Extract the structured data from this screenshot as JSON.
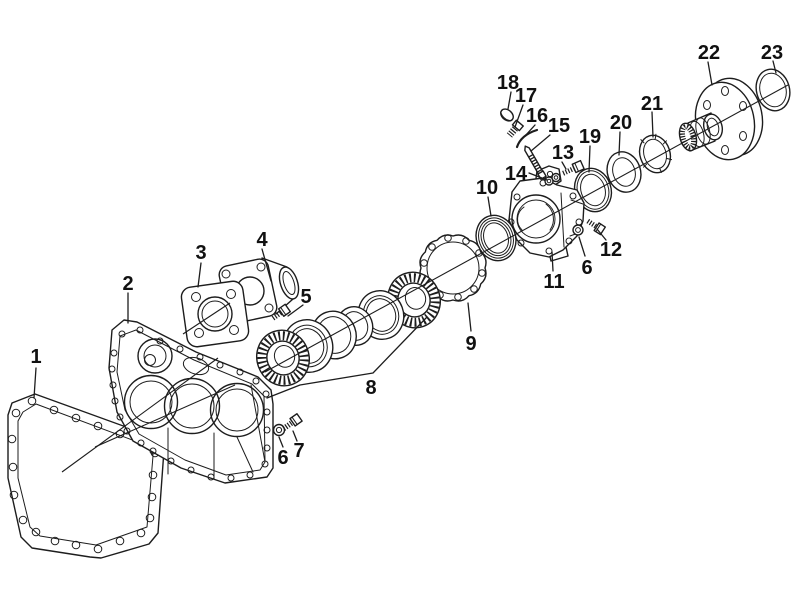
{
  "diagram": {
    "colors": {
      "background": "#ffffff",
      "line": "#1d1d1d",
      "label": "#111111"
    },
    "callouts": [
      {
        "label": "1"
      },
      {
        "label": "2"
      },
      {
        "label": "3"
      },
      {
        "label": "4"
      },
      {
        "label": "5"
      },
      {
        "label": "6"
      },
      {
        "label": "7"
      },
      {
        "label": "8"
      },
      {
        "label": "9"
      },
      {
        "label": "10"
      },
      {
        "label": "11"
      },
      {
        "label": "6"
      },
      {
        "label": "12"
      },
      {
        "label": "13"
      },
      {
        "label": "14"
      },
      {
        "label": "15"
      },
      {
        "label": "16"
      },
      {
        "label": "17"
      },
      {
        "label": "18"
      },
      {
        "label": "19"
      },
      {
        "label": "20"
      },
      {
        "label": "21"
      },
      {
        "label": "22"
      },
      {
        "label": "23"
      }
    ]
  }
}
